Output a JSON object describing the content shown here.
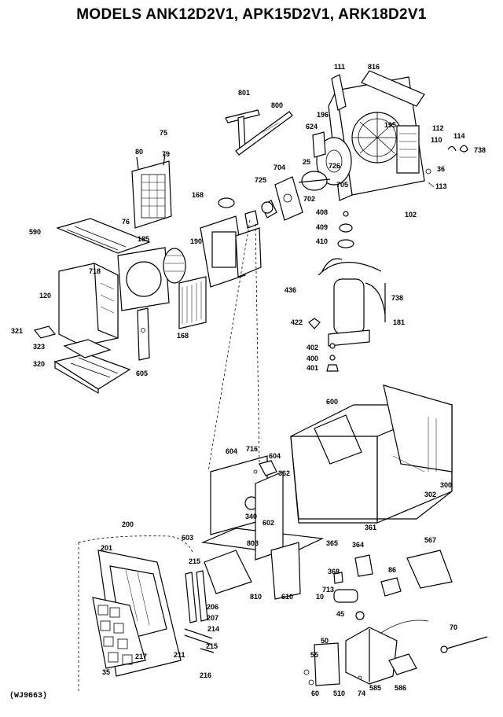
{
  "title": "MODELS ANK12D2V1, APK15D2V1, ARK18D2V1",
  "drawing_code": "(WJ9663)",
  "callouts": [
    {
      "id": "c801",
      "text": "801"
    },
    {
      "id": "c800",
      "text": "800"
    },
    {
      "id": "c111",
      "text": "111"
    },
    {
      "id": "c816",
      "text": "816"
    },
    {
      "id": "c196",
      "text": "196"
    },
    {
      "id": "c195",
      "text": "195"
    },
    {
      "id": "c112",
      "text": "112"
    },
    {
      "id": "c110",
      "text": "110"
    },
    {
      "id": "c114",
      "text": "114"
    },
    {
      "id": "c738a",
      "text": "738"
    },
    {
      "id": "c624",
      "text": "624"
    },
    {
      "id": "c25",
      "text": "25"
    },
    {
      "id": "c726",
      "text": "726"
    },
    {
      "id": "c704",
      "text": "704"
    },
    {
      "id": "c36",
      "text": "36"
    },
    {
      "id": "c113",
      "text": "113"
    },
    {
      "id": "c725",
      "text": "725"
    },
    {
      "id": "c705",
      "text": "705"
    },
    {
      "id": "c702",
      "text": "702"
    },
    {
      "id": "c102",
      "text": "102"
    },
    {
      "id": "c75",
      "text": "75"
    },
    {
      "id": "c80",
      "text": "80"
    },
    {
      "id": "c79",
      "text": "79"
    },
    {
      "id": "c168a",
      "text": "168"
    },
    {
      "id": "c408",
      "text": "408"
    },
    {
      "id": "c409",
      "text": "409"
    },
    {
      "id": "c410",
      "text": "410"
    },
    {
      "id": "c590",
      "text": "590"
    },
    {
      "id": "c76",
      "text": "76"
    },
    {
      "id": "c185",
      "text": "185"
    },
    {
      "id": "c190",
      "text": "190"
    },
    {
      "id": "c718",
      "text": "718"
    },
    {
      "id": "c120",
      "text": "120"
    },
    {
      "id": "c436",
      "text": "436"
    },
    {
      "id": "c738b",
      "text": "738"
    },
    {
      "id": "c181",
      "text": "181"
    },
    {
      "id": "c168b",
      "text": "168"
    },
    {
      "id": "c422",
      "text": "422"
    },
    {
      "id": "c321",
      "text": "321"
    },
    {
      "id": "c323",
      "text": "323"
    },
    {
      "id": "c402",
      "text": "402"
    },
    {
      "id": "c400",
      "text": "400"
    },
    {
      "id": "c401",
      "text": "401"
    },
    {
      "id": "c320",
      "text": "320"
    },
    {
      "id": "c605",
      "text": "605"
    },
    {
      "id": "c600",
      "text": "600"
    },
    {
      "id": "c604a",
      "text": "604"
    },
    {
      "id": "c716",
      "text": "716"
    },
    {
      "id": "c604b",
      "text": "604"
    },
    {
      "id": "c362",
      "text": "362"
    },
    {
      "id": "c302",
      "text": "302"
    },
    {
      "id": "c300",
      "text": "300"
    },
    {
      "id": "c340",
      "text": "340"
    },
    {
      "id": "c602",
      "text": "602"
    },
    {
      "id": "c361",
      "text": "361"
    },
    {
      "id": "c200",
      "text": "200"
    },
    {
      "id": "c603",
      "text": "603"
    },
    {
      "id": "c803",
      "text": "803"
    },
    {
      "id": "c365",
      "text": "365"
    },
    {
      "id": "c364",
      "text": "364"
    },
    {
      "id": "c567",
      "text": "567"
    },
    {
      "id": "c201",
      "text": "201"
    },
    {
      "id": "c215a",
      "text": "215"
    },
    {
      "id": "c368",
      "text": "368"
    },
    {
      "id": "c86",
      "text": "86"
    },
    {
      "id": "c713",
      "text": "713"
    },
    {
      "id": "c810",
      "text": "810"
    },
    {
      "id": "c610",
      "text": "610"
    },
    {
      "id": "c10",
      "text": "10"
    },
    {
      "id": "c206",
      "text": "206"
    },
    {
      "id": "c207",
      "text": "207"
    },
    {
      "id": "c45",
      "text": "45"
    },
    {
      "id": "c214",
      "text": "214"
    },
    {
      "id": "c35",
      "text": "35"
    },
    {
      "id": "c215b",
      "text": "215"
    },
    {
      "id": "c211",
      "text": "211"
    },
    {
      "id": "c217",
      "text": "217"
    },
    {
      "id": "c70",
      "text": "70"
    },
    {
      "id": "c50",
      "text": "50"
    },
    {
      "id": "c55",
      "text": "55"
    },
    {
      "id": "c216",
      "text": "216"
    },
    {
      "id": "c74",
      "text": "74"
    },
    {
      "id": "c585",
      "text": "585"
    },
    {
      "id": "c586",
      "text": "586"
    },
    {
      "id": "c60",
      "text": "60"
    },
    {
      "id": "c510",
      "text": "510"
    }
  ]
}
